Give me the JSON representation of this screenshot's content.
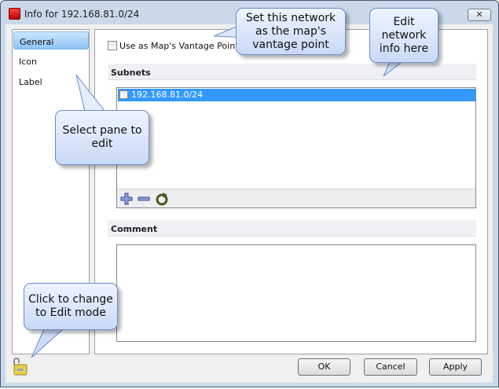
{
  "window": {
    "title": "Info for 192.168.81.0/24",
    "close_label": "✕"
  },
  "sidebar": {
    "items": [
      {
        "label": "General",
        "selected": true
      },
      {
        "label": "Icon"
      },
      {
        "label": "Label"
      }
    ]
  },
  "general": {
    "vantage_label": "Use as Map's Vantage Point",
    "vantage_checked": false,
    "subnets_header": "Subnets",
    "subnets": [
      {
        "value": "192.168.81.0/24",
        "checked": false,
        "selected": true
      }
    ],
    "toolbar": [
      "add-icon",
      "remove-icon",
      "refresh-icon"
    ],
    "comment_header": "Comment",
    "comment_value": ""
  },
  "footer": {
    "ok": "OK",
    "cancel": "Cancel",
    "apply": "Apply",
    "lock_icon": "padlock-unlocked-icon"
  },
  "callouts": {
    "vantage": "Set this network as the map's vantage point",
    "edit_info": "Edit network info here",
    "select_pane": "Select pane to edit",
    "edit_mode": "Click to change to Edit mode"
  }
}
